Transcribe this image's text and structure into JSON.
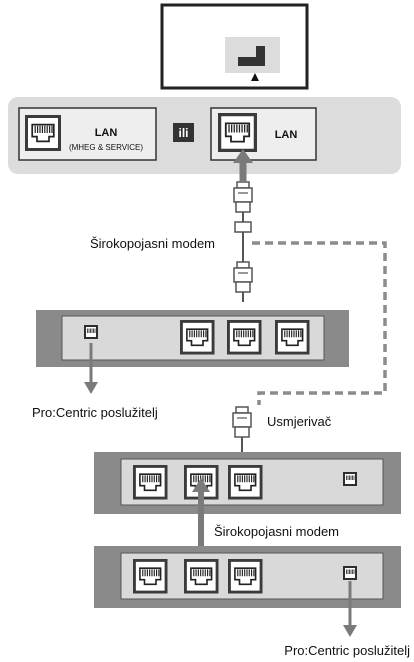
{
  "tv_panel": {
    "lan_left_label": "LAN",
    "lan_left_sublabel": "(MHEG & SERVICE)",
    "or_label": "ili",
    "lan_right_label": "LAN"
  },
  "labels": {
    "broadband_modem_top": "Širokopojasni modem",
    "pro_centric_server_left": "Pro:Centric poslužitelj",
    "router": "Usmjerivač",
    "broadband_modem_bottom": "Širokopojasni modem",
    "pro_centric_server_right": "Pro:Centric poslužitelj"
  },
  "colors": {
    "panel_bg": "#dcdcdc",
    "device_body": "#8a8a8a",
    "device_face": "#d9d9d9",
    "port_frame": "#3a3a3a",
    "arrow_gray": "#7a7a7a",
    "dashed_line": "#8c8c8c"
  },
  "icons": [
    "tv-icon",
    "lan-port-icon",
    "ethernet-plug-icon",
    "arrow-icon"
  ]
}
